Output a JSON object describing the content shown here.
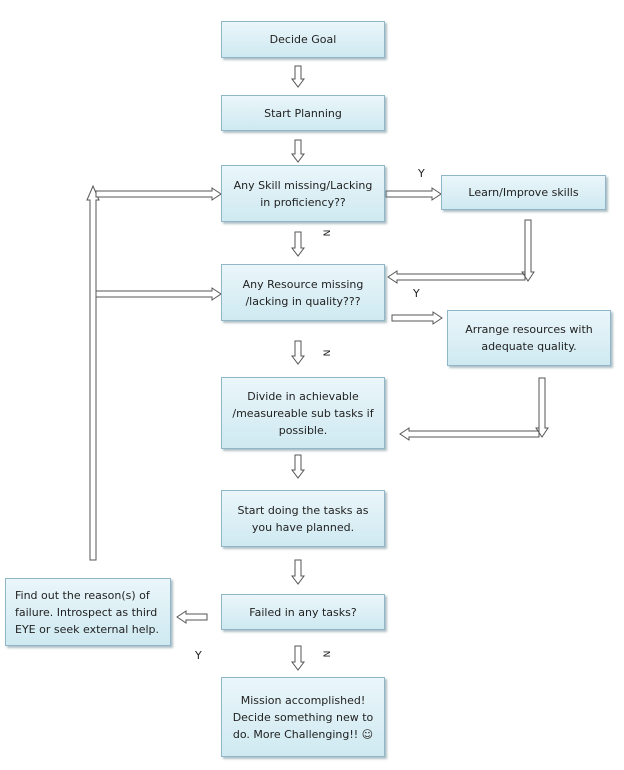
{
  "boxes": {
    "decide_goal": "Decide Goal",
    "start_planning": "Start Planning",
    "skill_check": "Any Skill missing/Lacking in proficiency??",
    "learn_skills": "Learn/Improve skills",
    "resource_check": "Any Resource missing /lacking in quality???",
    "arrange_resources": "Arrange resources with adequate quality.",
    "divide_tasks": "Divide in achievable /measureable sub tasks if possible.",
    "start_tasks": "Start doing the tasks as you have planned.",
    "failed_check": "Failed in any tasks?",
    "find_reason": "Find out the reason(s) of failure. Introspect as third EYE or seek external help.",
    "mission": "Mission accomplished! Decide something new to do. More Challenging!! ☺"
  },
  "labels": {
    "yes": "Y",
    "no": "N"
  }
}
